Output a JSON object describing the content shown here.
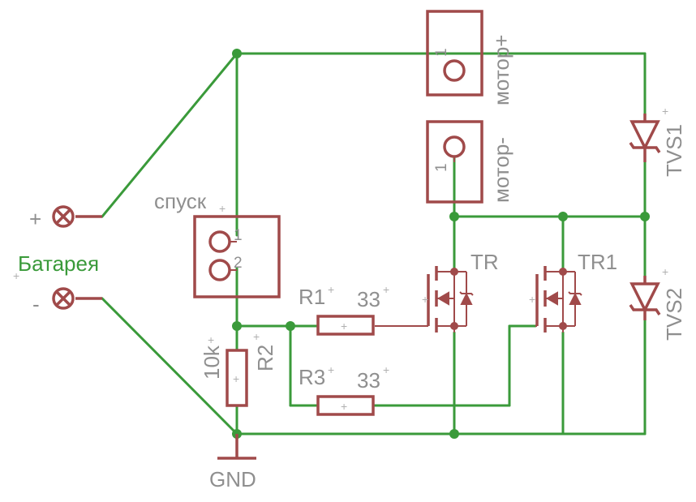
{
  "battery": {
    "label": "Батарея",
    "plus_sign": "+",
    "minus_sign": "-"
  },
  "trigger": {
    "label": "спуск",
    "pin1": "1",
    "pin2": "2"
  },
  "motor_plus": {
    "label": "мотор+",
    "pin": "1"
  },
  "motor_minus": {
    "label": "мотор-",
    "pin": "1"
  },
  "tvs1": {
    "label": "TVS1"
  },
  "tvs2": {
    "label": "TVS2"
  },
  "tr": {
    "label": "TR"
  },
  "tr1": {
    "label": "TR1"
  },
  "r1": {
    "name": "R1",
    "value": "33"
  },
  "r3": {
    "name": "R3",
    "value": "33"
  },
  "r2": {
    "name": "R2",
    "value": "10k"
  },
  "gnd": {
    "label": "GND"
  },
  "colors": {
    "wire": "#3a9a3a",
    "symbol": "#a04a4a",
    "text": "#8f8f8f"
  }
}
